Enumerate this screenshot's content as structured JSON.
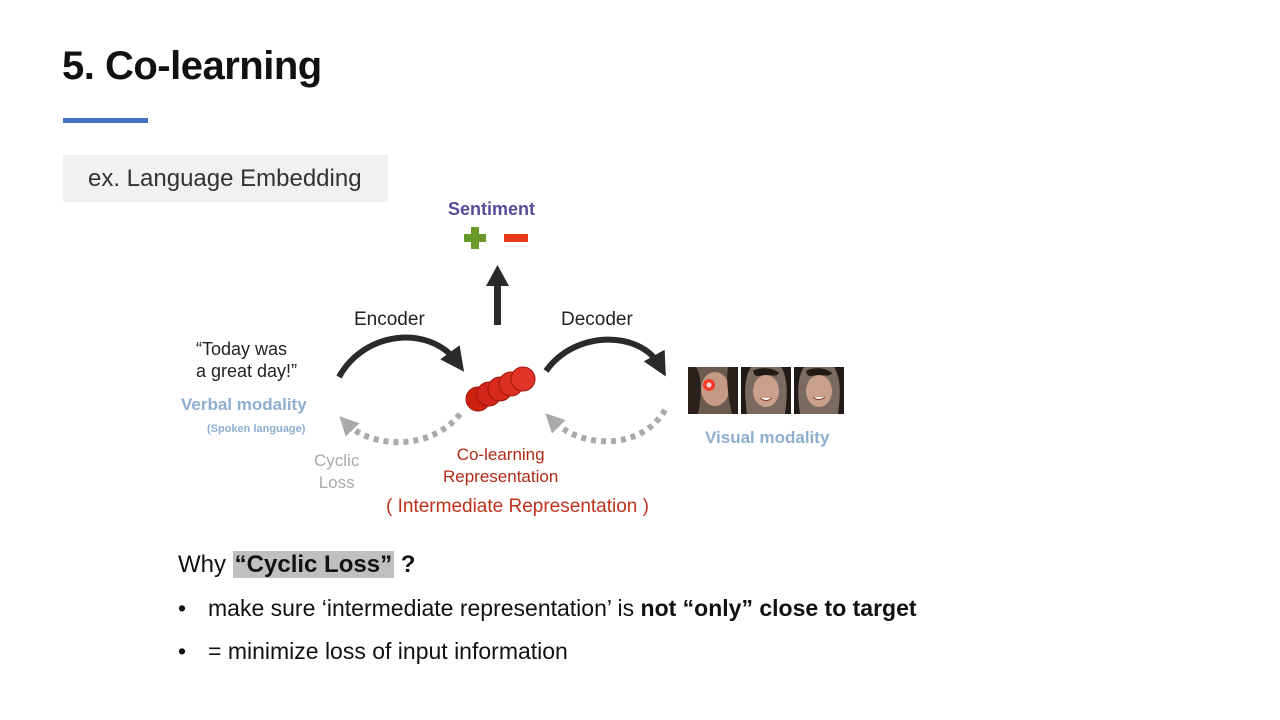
{
  "slide": {
    "title": "5. Co-learning",
    "example_label": "ex. Language Embedding"
  },
  "diagram": {
    "sentiment": "Sentiment",
    "plus": "+",
    "minus": "−",
    "encoder": "Encoder",
    "decoder": "Decoder",
    "quote_line1": "“Today was",
    "quote_line2": "a great day!”",
    "verbal_modality": "Verbal modality",
    "spoken_language": "(Spoken language)",
    "cyclic_line1": "Cyclic",
    "cyclic_line2": "Loss",
    "colearning_line1": "Co-learning",
    "colearning_line2": "Representation",
    "visual_modality": "Visual modality",
    "intermediate": "( Intermediate Representation )",
    "colors": {
      "sentiment": "#5a4a9a",
      "modality": "#8eaed1",
      "representation": "#b22a15",
      "plus": "#6a9a2a",
      "minus": "#e83a1a"
    }
  },
  "why": {
    "prefix": "Why ",
    "highlight": "“Cyclic Loss”",
    "suffix": " ?"
  },
  "bullets": [
    {
      "marker": "•",
      "text_before": "make sure ‘intermediate representation’ is ",
      "text_bold": "not “only” close to target"
    },
    {
      "marker": "•",
      "text": "= minimize loss of input information"
    }
  ]
}
